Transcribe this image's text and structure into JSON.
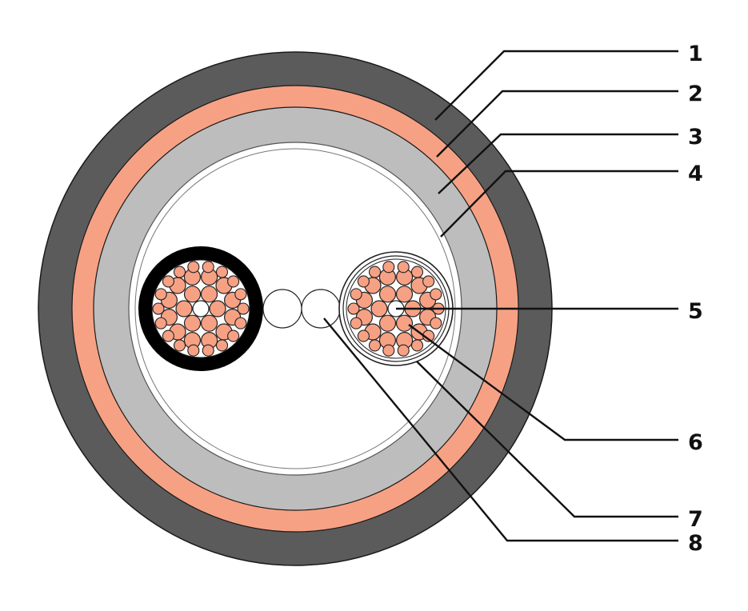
{
  "colors": {
    "outer_sheath": "#5b5b5b",
    "copper_band": "#f7a184",
    "grey_filler": "#bdbdbd",
    "inner_white": "#ffffff",
    "wire_fill": "#f7a184",
    "black_insulation": "#000000",
    "outline": "#1a1a1a"
  },
  "callouts": [
    {
      "id": "1",
      "label": "1"
    },
    {
      "id": "2",
      "label": "2"
    },
    {
      "id": "3",
      "label": "3"
    },
    {
      "id": "4",
      "label": "4"
    },
    {
      "id": "5",
      "label": "5"
    },
    {
      "id": "6",
      "label": "6"
    },
    {
      "id": "7",
      "label": "7"
    },
    {
      "id": "8",
      "label": "8"
    }
  ]
}
